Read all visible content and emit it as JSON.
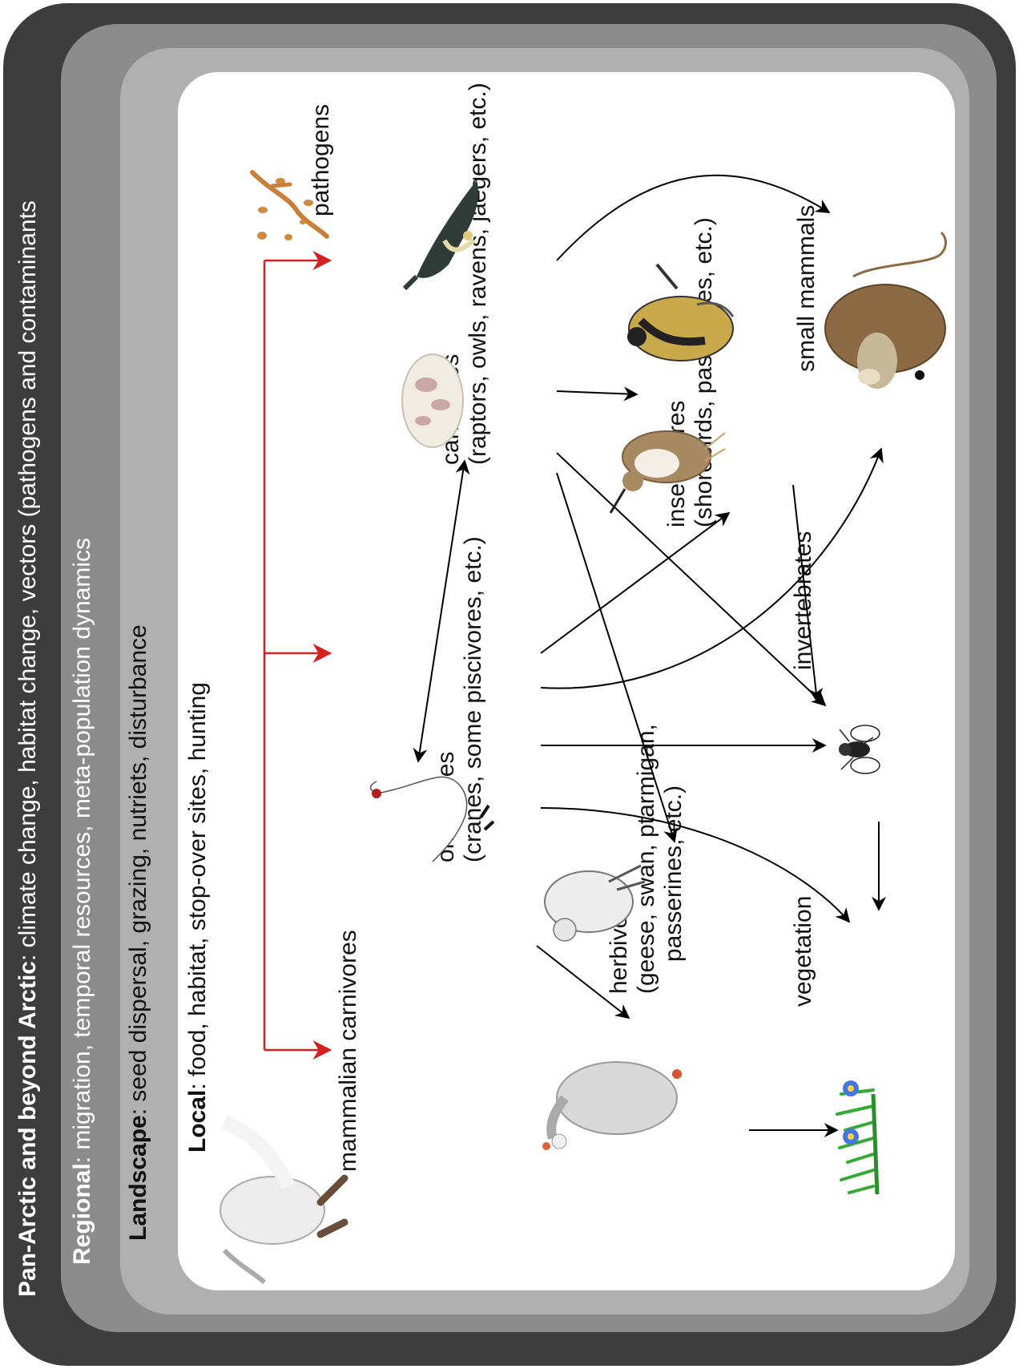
{
  "scales": {
    "pan_arctic": {
      "label": "Pan-Arctic and beyond Arctic",
      "text": ": climate change,  habitat change, vectors (pathogens and contaminants"
    },
    "regional": {
      "label": "Regional",
      "text": ": migration, temporal resources, meta-population dynamics"
    },
    "landscape": {
      "label": "Landscape",
      "text": ": seed dispersal, grazing, nutriets, disturbance"
    },
    "local": {
      "label": "Local",
      "text": ": food, habitat, stop-over sites, hunting"
    }
  },
  "nodes": {
    "mammalian_carnivores": {
      "line1": "mammalian carnivores"
    },
    "pathogens": {
      "line1": "pathogens"
    },
    "carnivores": {
      "line1": "carnivores",
      "line2": "(raptors, owls, ravens, jaegers, etc.)"
    },
    "omnivores": {
      "line1": "omnivores",
      "line2": "(cranes, some piscivores, etc.)"
    },
    "herbivores": {
      "line1": "herbivores",
      "line2": "(geese, swan, ptarmigan,",
      "line3": "passerines, etc.)"
    },
    "insectivores": {
      "line1": "insectivores",
      "line2": "(shorebirds, passerines, etc.)"
    },
    "small_mammals": {
      "line1": "small mammals"
    },
    "invertebrates": {
      "line1": "invertebrates"
    },
    "vegetation": {
      "line1": "vegetation"
    }
  },
  "colors": {
    "pan_ring": "#3d3d3d",
    "regional_ring": "#8c8c8c",
    "landscape_ring": "#b0b0b0",
    "local_area": "#ffffff",
    "pathogen_link": "#d32020",
    "food_link": "#000000"
  },
  "icons": [
    "arctic-fox-icon",
    "pathogen-icon",
    "falcon-icon",
    "owl-icon",
    "crane-icon",
    "ptarmigan-icon",
    "goose-icon",
    "shorebird-icon",
    "plover-icon",
    "mouse-icon",
    "fly-icon",
    "grass-icon"
  ]
}
